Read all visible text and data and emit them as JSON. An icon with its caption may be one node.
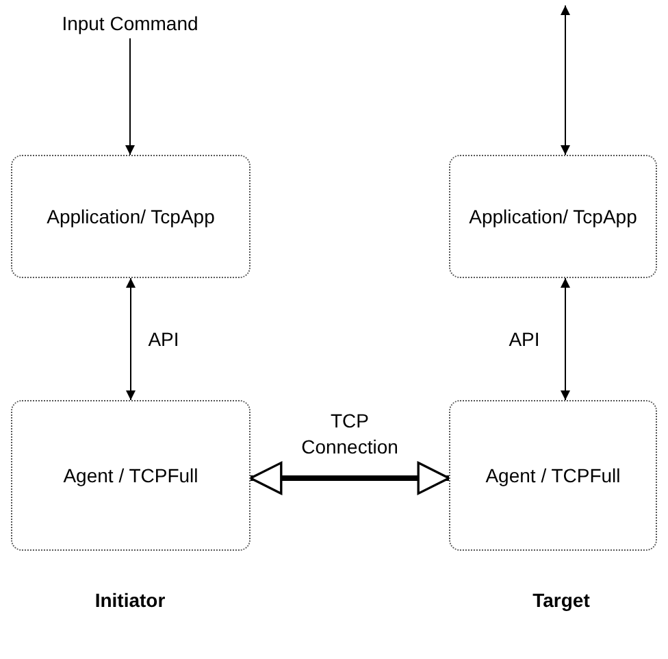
{
  "diagram": {
    "nodes": [
      {
        "text": [
          "Input Command"
        ]
      },
      {
        "text": [
          "Application/ TcpApp"
        ]
      },
      {
        "text": [
          "Agent / TCPFull"
        ]
      },
      {
        "text": [
          "Application/ TcpApp"
        ]
      },
      {
        "text": [
          "Agent / TCPFull"
        ]
      }
    ],
    "edges": [
      {
        "from": 0,
        "to": 1,
        "arrow": "to"
      },
      {
        "from": 1,
        "to": 2,
        "arrow": "both",
        "label": "API"
      },
      {
        "from": null,
        "to": 3,
        "arrow": "both"
      },
      {
        "from": 3,
        "to": 4,
        "arrow": "both",
        "label": "API"
      },
      {
        "from": 2,
        "to": 4,
        "arrow": "both",
        "label": "TCP Connection",
        "style": "thick"
      }
    ],
    "labels": [
      "Initiator",
      "Target"
    ]
  }
}
